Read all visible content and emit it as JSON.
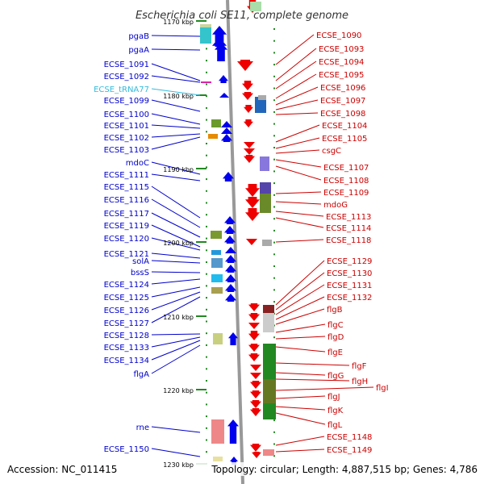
{
  "title": "Escherichia coli SE11, complete genome",
  "footer": {
    "accession": "Accession: NC_011415",
    "topology": "Topology: circular; Length: 4,887,515 bp; Genes: 4,786"
  },
  "ticks": [
    "1170 kbp",
    "1180 kbp",
    "1190 kbp",
    "1200 kbp",
    "1210 kbp",
    "1220 kbp",
    "1230 kbp"
  ],
  "left_labels": [
    {
      "text": "pgaB",
      "color": "#0000cc"
    },
    {
      "text": "pgaA",
      "color": "#0000cc"
    },
    {
      "text": "ECSE_1091",
      "color": "#0000cc"
    },
    {
      "text": "ECSE_1092",
      "color": "#0000cc"
    },
    {
      "text": "ECSE_tRNA77",
      "color": "#33bbdd"
    },
    {
      "text": "ECSE_1099",
      "color": "#0000cc"
    },
    {
      "text": "ECSE_1100",
      "color": "#0000cc"
    },
    {
      "text": "ECSE_1101",
      "color": "#0000cc"
    },
    {
      "text": "ECSE_1102",
      "color": "#0000cc"
    },
    {
      "text": "ECSE_1103",
      "color": "#0000cc"
    },
    {
      "text": "mdoC",
      "color": "#0000cc"
    },
    {
      "text": "ECSE_1111",
      "color": "#0000cc"
    },
    {
      "text": "ECSE_1115",
      "color": "#0000cc"
    },
    {
      "text": "ECSE_1116",
      "color": "#0000cc"
    },
    {
      "text": "ECSE_1117",
      "color": "#0000cc"
    },
    {
      "text": "ECSE_1119",
      "color": "#0000cc"
    },
    {
      "text": "ECSE_1120",
      "color": "#0000cc"
    },
    {
      "text": "ECSE_1121",
      "color": "#0000cc"
    },
    {
      "text": "solA",
      "color": "#0000cc"
    },
    {
      "text": "bssS",
      "color": "#0000cc"
    },
    {
      "text": "ECSE_1124",
      "color": "#0000cc"
    },
    {
      "text": "ECSE_1125",
      "color": "#0000cc"
    },
    {
      "text": "ECSE_1126",
      "color": "#0000cc"
    },
    {
      "text": "ECSE_1127",
      "color": "#0000cc"
    },
    {
      "text": "ECSE_1128",
      "color": "#0000cc"
    },
    {
      "text": "ECSE_1133",
      "color": "#0000cc"
    },
    {
      "text": "ECSE_1134",
      "color": "#0000cc"
    },
    {
      "text": "flgA",
      "color": "#0000cc"
    },
    {
      "text": "rne",
      "color": "#0000cc"
    },
    {
      "text": "ECSE_1150",
      "color": "#0000cc"
    }
  ],
  "right_labels": [
    "ECSE_1090",
    "ECSE_1093",
    "ECSE_1094",
    "ECSE_1095",
    "ECSE_1096",
    "ECSE_1097",
    "ECSE_1098",
    "ECSE_1104",
    "ECSE_1105",
    "csgC",
    "ECSE_1107",
    "ECSE_1108",
    "ECSE_1109",
    "mdoG",
    "ECSE_1113",
    "ECSE_1114",
    "ECSE_1118",
    "ECSE_1129",
    "ECSE_1130",
    "ECSE_1131",
    "ECSE_1132",
    "flgB",
    "flgC",
    "flgD",
    "flgE",
    "flgF",
    "flgG",
    "flgH",
    "flgI",
    "flgJ",
    "flgK",
    "flgL",
    "ECSE_1148",
    "ECSE_1149"
  ],
  "colors": {
    "plus_strand": "#0000ee",
    "minus_strand": "#ee0000",
    "left_label": "#0000cc",
    "right_label": "#cc0000",
    "tick_mark": "#228822",
    "backbone": "#999999"
  }
}
